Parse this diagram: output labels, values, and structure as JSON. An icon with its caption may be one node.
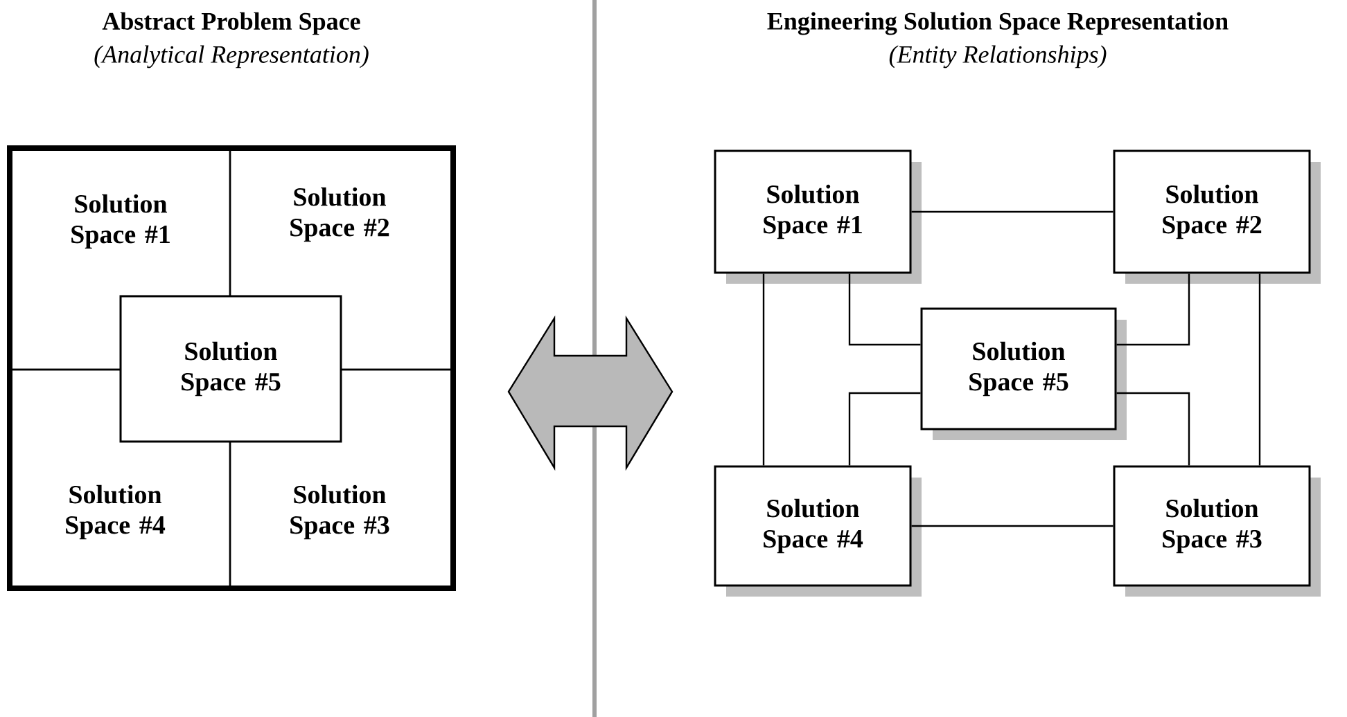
{
  "diagram": {
    "nodes": [
      {
        "text": [],
        "shape": "box"
      },
      {
        "text": [
          "Solution Space #1"
        ],
        "in": 0
      },
      {
        "text": [
          "Solution Space #2"
        ],
        "in": 0
      },
      {
        "text": [
          "Solution Space #5"
        ],
        "in": 0
      },
      {
        "text": [
          "Solution Space #4"
        ],
        "in": 0
      },
      {
        "text": [
          "Solution Space #3"
        ],
        "in": 0
      },
      {
        "text": [
          "Solution Space #1"
        ]
      },
      {
        "text": [
          "Solution Space #2"
        ]
      },
      {
        "text": [
          "Solution Space #5"
        ]
      },
      {
        "text": [
          "Solution Space #4"
        ]
      },
      {
        "text": [
          "Solution Space #3"
        ]
      }
    ],
    "edges": [
      {
        "from": 6,
        "to": 7,
        "arrow": "none"
      },
      {
        "from": 6,
        "to": 9,
        "arrow": "none"
      },
      {
        "from": 6,
        "to": 8,
        "arrow": "none"
      },
      {
        "from": 7,
        "to": 8,
        "arrow": "none"
      },
      {
        "from": 7,
        "to": 10,
        "arrow": "none"
      },
      {
        "from": 8,
        "to": 9,
        "arrow": "none"
      },
      {
        "from": 8,
        "to": 10,
        "arrow": "none"
      },
      {
        "from": 9,
        "to": 10,
        "arrow": "none"
      }
    ],
    "labels": [
      "Abstract Problem Space",
      "(Analytical Representation)",
      "Engineering Solution Space Representation",
      "(Entity Relationships)"
    ]
  }
}
